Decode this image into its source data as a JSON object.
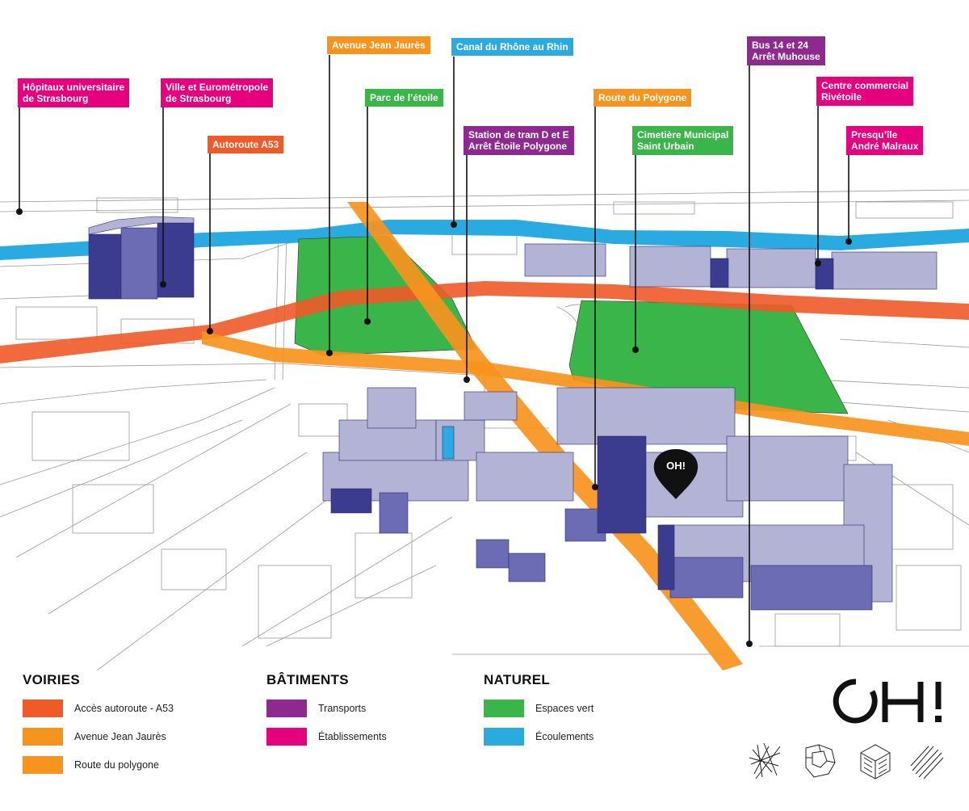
{
  "colors": {
    "autoroute": "#ef5a28",
    "jean_jaures": "#f7941d",
    "polygone": "#f7941d",
    "transports": "#8e2a8f",
    "etablissements": "#e6007e",
    "espaces_verts": "#39b54a",
    "ecoulements": "#29abe2",
    "buildings_top": "#b3b3d6",
    "buildings_side": "#3b3b8f"
  },
  "callouts": [
    {
      "key": "hopitaux",
      "text": "Hôpitaux universitaire\nde Strasbourg",
      "category": "etablissements"
    },
    {
      "key": "ville",
      "text": "Ville et Eurométropole\nde Strasbourg",
      "category": "etablissements"
    },
    {
      "key": "a53",
      "text": "Autoroute A53",
      "category": "autoroute"
    },
    {
      "key": "jaures",
      "text": "Avenue Jean Jaurès",
      "category": "jean_jaures"
    },
    {
      "key": "canal",
      "text": "Canal du Rhône au Rhin",
      "category": "ecoulements"
    },
    {
      "key": "parc",
      "text": "Parc de l’étoile",
      "category": "espaces_verts"
    },
    {
      "key": "tram",
      "text": "Station de tram D et E\nArrêt Étoile Polygone",
      "category": "transports"
    },
    {
      "key": "route_polygone",
      "text": "Route du Polygone",
      "category": "jean_jaures"
    },
    {
      "key": "cimetiere",
      "text": "Cimetière Municipal\nSaint Urbain",
      "category": "espaces_verts"
    },
    {
      "key": "bus",
      "text": "Bus 14 et 24\nArrêt Muhouse",
      "category": "transports"
    },
    {
      "key": "rivetoile",
      "text": "Centre commercial\nRivétoile",
      "category": "etablissements"
    },
    {
      "key": "malraux",
      "text": "Presqu’île\nAndré Malraux",
      "category": "etablissements"
    }
  ],
  "map_pin_label": "OH!",
  "legend": {
    "voiries": {
      "title": "VOIRIES",
      "items": [
        "Accès autoroute - A53",
        "Avenue Jean Jaurès",
        "Route du polygone"
      ]
    },
    "batiments": {
      "title": "BÂTIMENTS",
      "items": [
        "Transports",
        "Établissements"
      ]
    },
    "naturel": {
      "title": "NATUREL",
      "items": [
        "Espaces vert",
        "Écoulements"
      ]
    }
  },
  "logo_text": "OH!",
  "pattern_icons": [
    "hatch-random-icon",
    "hatch-maze-icon",
    "hatch-cube-icon",
    "hatch-diagonal-icon"
  ]
}
